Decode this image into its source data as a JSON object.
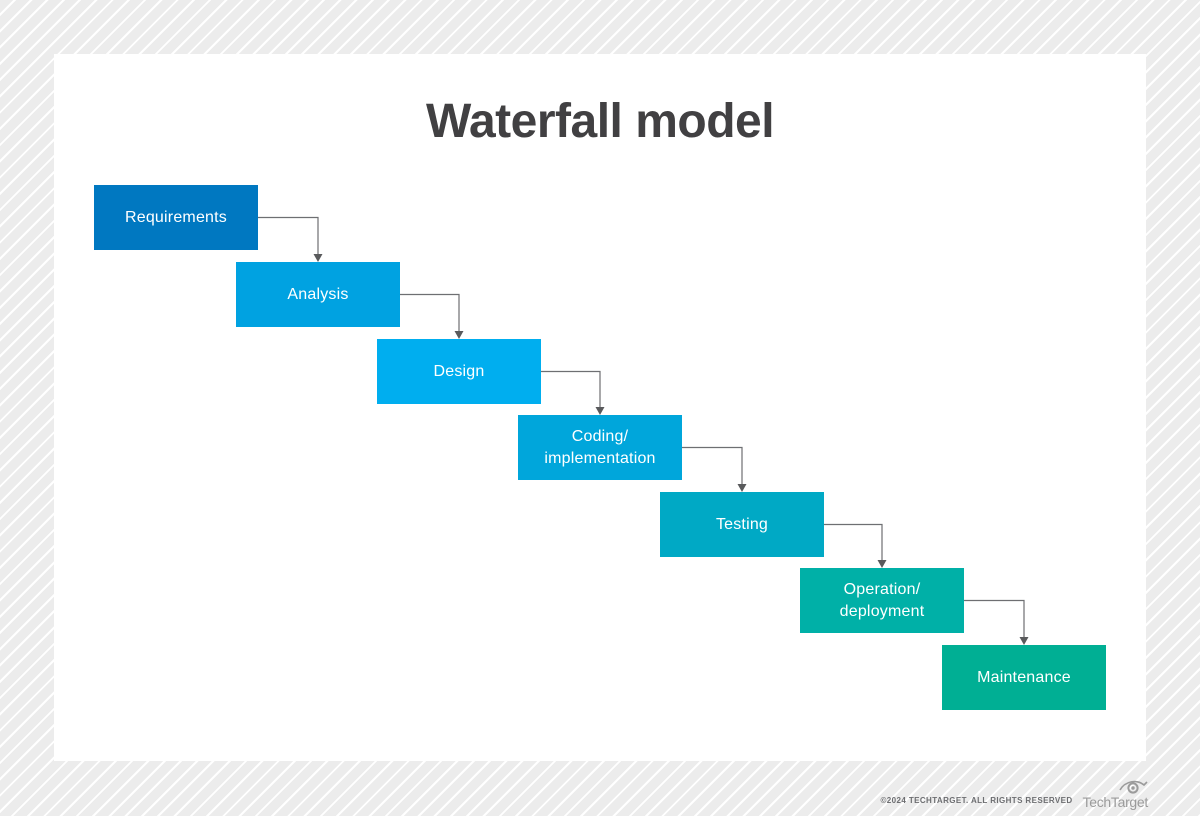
{
  "title": "Waterfall model",
  "diagram": {
    "steps": [
      {
        "label": "Requirements",
        "color": "#0078c1"
      },
      {
        "label": "Analysis",
        "color": "#00a2e1"
      },
      {
        "label": "Design",
        "color": "#00aeef"
      },
      {
        "label": "Coding/\nimplementation",
        "color": "#00a6db"
      },
      {
        "label": "Testing",
        "color": "#00a9c5"
      },
      {
        "label": "Operation/\ndeployment",
        "color": "#00b0a7"
      },
      {
        "label": "Maintenance",
        "color": "#00af94"
      }
    ],
    "arrow_line_color": "#6e6f72",
    "arrowhead_color": "#595a5c",
    "step_text_color": "#ffffff"
  },
  "card": {
    "background_color": "#ffffff",
    "page_stripe_color": "#ececec",
    "title_color": "#414042"
  },
  "footer": {
    "copyright": "©2024 TECHTARGET. ALL RIGHTS RESERVED",
    "logo_text": "TechTarget",
    "logo_color": "#9b9b9b"
  }
}
